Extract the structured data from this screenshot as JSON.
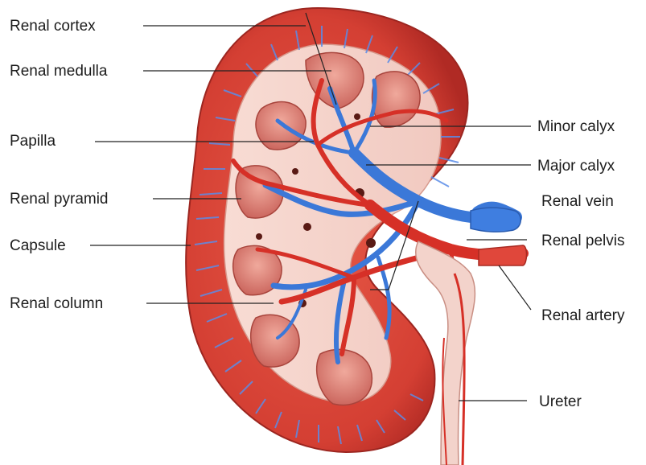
{
  "diagram": {
    "subject": "kidney cross-section",
    "colors": {
      "cortex": "#d84a3c",
      "cortex_dark": "#b8302a",
      "medulla": "#f3c2b8",
      "pyramid": "#e0897c",
      "vein": "#3d7fe0",
      "artery": "#d9342b",
      "ureter": "#f2d0c8"
    },
    "labels": {
      "renal_cortex": "Renal cortex",
      "renal_medulla": "Renal medulla",
      "papilla": "Papilla",
      "renal_pyramid": "Renal pyramid",
      "capsule": "Capsule",
      "renal_column": "Renal column",
      "minor_calyx": "Minor calyx",
      "major_calyx": "Major calyx",
      "renal_vein": "Renal vein",
      "renal_pelvis": "Renal pelvis",
      "renal_artery": "Renal artery",
      "ureter": "Ureter"
    }
  }
}
